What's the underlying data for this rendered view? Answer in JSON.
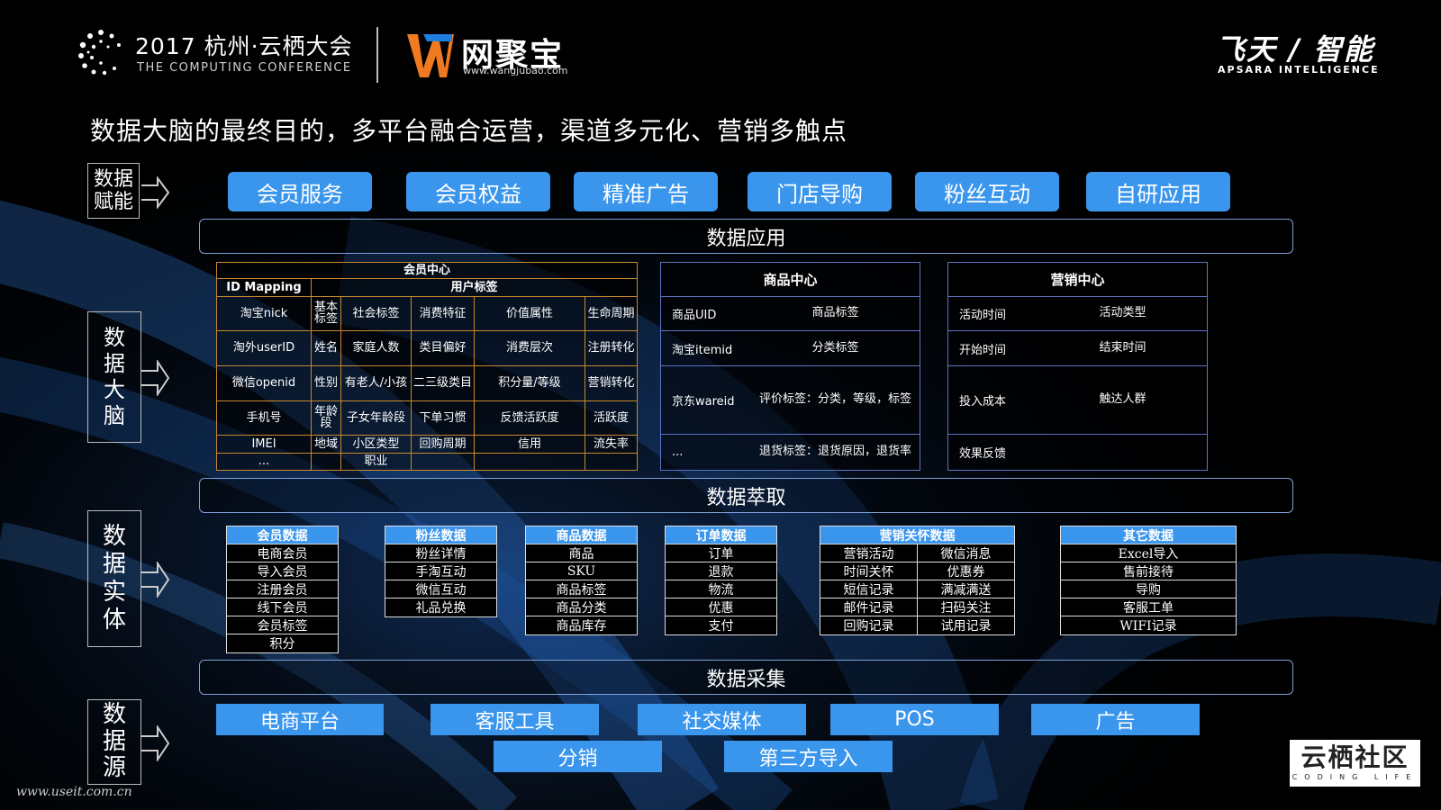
{
  "header": {
    "conference_title": "2017 杭州·云栖大会",
    "conference_sub": "THE COMPUTING CONFERENCE",
    "brand_name": "网聚宝",
    "brand_url": "www.wangjubao.com",
    "partner_title": "飞天 / 智能",
    "partner_sub": "APSARA INTELLIGENCE"
  },
  "headline": "数据大脑的最终目的，多平台融合运营，渠道多元化、营销多触点",
  "side_labels": {
    "empower": "数据赋能",
    "brain": "数据大脑",
    "entity": "数据实体",
    "source": "数据源"
  },
  "applications": [
    "会员服务",
    "会员权益",
    "精准广告",
    "门店导购",
    "粉丝互动",
    "自研应用"
  ],
  "bands": {
    "application": "数据应用",
    "extraction": "数据萃取",
    "collection": "数据采集"
  },
  "member_center": {
    "title": "会员中心",
    "id_mapping": "ID Mapping",
    "user_tags": "用户标签",
    "rows": [
      [
        "淘宝nick",
        "基本标签",
        "社会标签",
        "消费特征",
        "价值属性",
        "生命周期"
      ],
      [
        "淘外userID",
        "姓名",
        "家庭人数",
        "类目偏好",
        "消费层次",
        "注册转化"
      ],
      [
        "微信openid",
        "性别",
        "有老人/小孩",
        "二三级类目",
        "积分量/等级",
        "营销转化"
      ],
      [
        "手机号",
        "年龄段",
        "子女年龄段",
        "下单习惯",
        "反馈活跃度",
        "活跃度"
      ],
      [
        "IMEI",
        "地域",
        "小区类型",
        "回购周期",
        "信用",
        "流失率"
      ],
      [
        "...",
        "",
        "职业",
        "",
        "",
        ""
      ]
    ]
  },
  "product_center": {
    "title": "商品中心",
    "rows": [
      [
        "商品UID",
        "商品标签"
      ],
      [
        "淘宝itemid",
        "分类标签"
      ],
      [
        "京东wareid",
        "评价标签：分类，等级，标签"
      ],
      [
        "...",
        "退货标签：退货原因，退货率"
      ]
    ]
  },
  "marketing_center": {
    "title": "营销中心",
    "rows": [
      [
        "活动时间",
        "活动类型"
      ],
      [
        "开始时间",
        "结束时间"
      ],
      [
        "投入成本",
        "触达人群"
      ],
      [
        "效果反馈",
        ""
      ]
    ]
  },
  "entities": {
    "member": {
      "title": "会员数据",
      "items": [
        "电商会员",
        "导入会员",
        "注册会员",
        "线下会员",
        "会员标签",
        "积分"
      ]
    },
    "fans": {
      "title": "粉丝数据",
      "items": [
        "粉丝详情",
        "手淘互动",
        "微信互动",
        "礼品兑换"
      ]
    },
    "product": {
      "title": "商品数据",
      "items": [
        "商品",
        "SKU",
        "商品标签",
        "商品分类",
        "商品库存"
      ]
    },
    "order": {
      "title": "订单数据",
      "items": [
        "订单",
        "退款",
        "物流",
        "优惠",
        "支付"
      ]
    },
    "marketing": {
      "title": "营销关怀数据",
      "pairs": [
        [
          "营销活动",
          "微信消息"
        ],
        [
          "时间关怀",
          "优惠券"
        ],
        [
          "短信记录",
          "满减满送"
        ],
        [
          "邮件记录",
          "扫码关注"
        ],
        [
          "回购记录",
          "试用记录"
        ]
      ]
    },
    "other": {
      "title": "其它数据",
      "items": [
        "Excel导入",
        "售前接待",
        "导购",
        "客服工单",
        "WIFI记录"
      ]
    }
  },
  "sources_row1": [
    "电商平台",
    "客服工具",
    "社交媒体",
    "POS",
    "广告"
  ],
  "sources_row2": [
    "分销",
    "第三方导入"
  ],
  "footer": {
    "watermark": "www.useit.com.cn",
    "community_name": "云栖社区",
    "community_sub": "CODING LIFE"
  },
  "colors": {
    "accent_blue": "#3a95ec",
    "table_border_orange": "#c9882f",
    "panel_border_blue": "#5d74c6"
  }
}
